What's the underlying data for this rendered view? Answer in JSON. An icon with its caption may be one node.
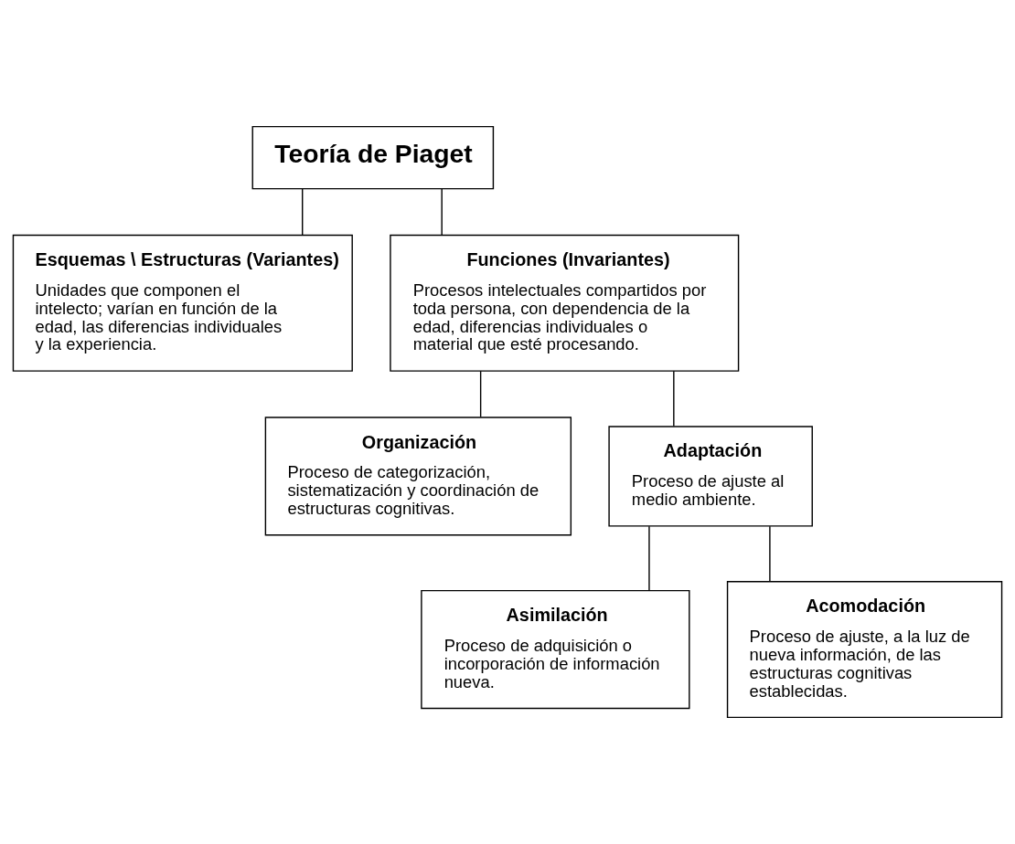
{
  "diagram": {
    "nodes": [
      {
        "text": [
          "Teoría de Piaget"
        ]
      },
      {
        "text": [
          "Esquemas \\ Estructuras (Variantes)",
          "Unidades que componen el intelecto; varían en función de la edad, las diferencias individuales y la experiencia."
        ]
      },
      {
        "text": [
          "Funciones (Invariantes)",
          "Procesos intelectuales compartidos por toda persona, con dependencia de la edad, diferencias individuales o material que esté procesando."
        ]
      },
      {
        "text": [
          "Organización",
          "Proceso de categorización, sistematización y coordinación de estructuras cognitivas."
        ]
      },
      {
        "text": [
          "Adaptación",
          "Proceso de ajuste al medio ambiente."
        ]
      },
      {
        "text": [
          "Asimilación",
          "Proceso de adquisición o incorporación de información nueva."
        ]
      },
      {
        "text": [
          "Acomodación",
          "Proceso de ajuste, a la luz de nueva información, de las estructuras cognitivas establecidas."
        ]
      }
    ],
    "edges": [
      {
        "from": 0,
        "to": 1,
        "arrow": "none"
      },
      {
        "from": 0,
        "to": 2,
        "arrow": "none"
      },
      {
        "from": 2,
        "to": 3,
        "arrow": "none"
      },
      {
        "from": 2,
        "to": 4,
        "arrow": "none"
      },
      {
        "from": 4,
        "to": 5,
        "arrow": "none"
      },
      {
        "from": 4,
        "to": 6,
        "arrow": "none"
      }
    ]
  }
}
